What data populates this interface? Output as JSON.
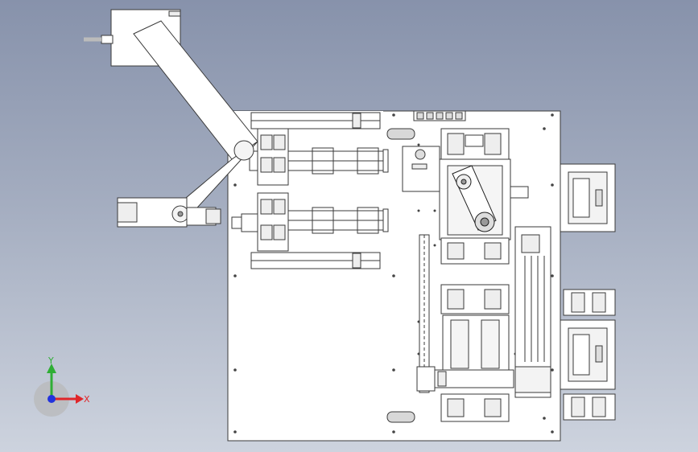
{
  "viewport": {
    "background_top": "#8792ab",
    "background_bottom": "#cdd3de",
    "line_color": "#3a3a3a",
    "part_fill": "#ffffff"
  },
  "triad": {
    "x_label": "X",
    "y_label": "Y",
    "x_color": "#e0262a",
    "y_color": "#2fae35",
    "z_color": "#2233dd"
  },
  "model": {
    "icons": [
      "robot-arm",
      "base-plate",
      "linear-rail",
      "gripper-station",
      "fixture-block"
    ]
  }
}
